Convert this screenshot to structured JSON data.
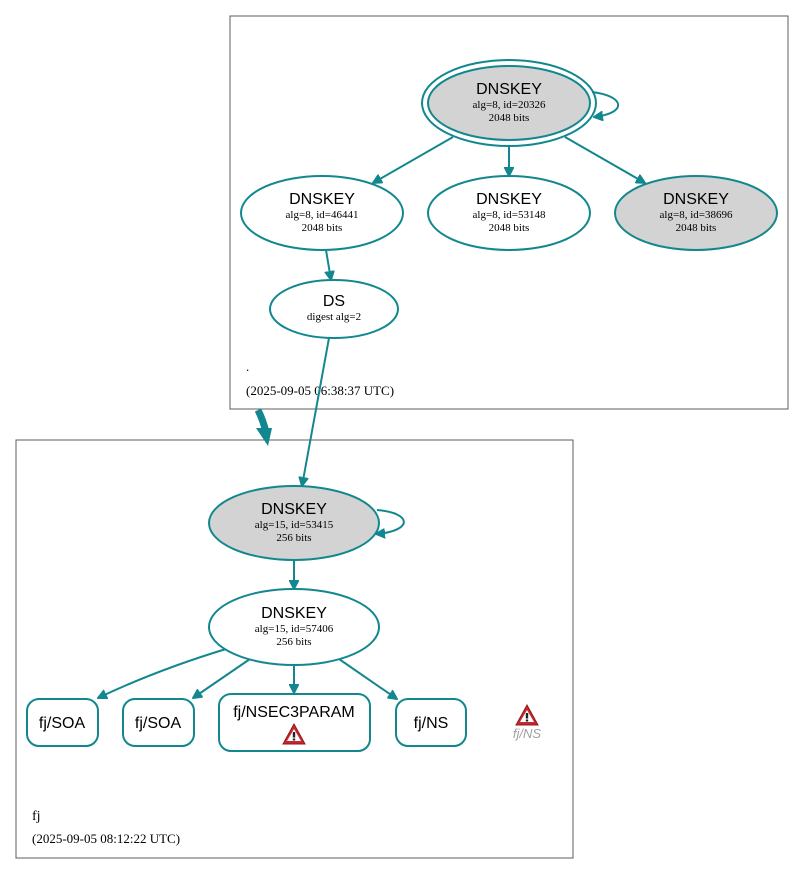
{
  "colors": {
    "edge": "#12878f",
    "signing_fill": "#d3d3d3",
    "plain_fill": "#ffffff",
    "zone_border": "#5c5c5c",
    "warning_red": "#c8282d",
    "muted_text": "#a0a0a0"
  },
  "zones": {
    "root": {
      "name": ".",
      "timestamp": "(2025-09-05 06:38:37 UTC)"
    },
    "fj": {
      "name": "fj",
      "timestamp": "(2025-09-05 08:12:22 UTC)"
    }
  },
  "nodes": {
    "root_ksk": {
      "type": "DNSKEY",
      "line1": "alg=8, id=20326",
      "line2": "2048 bits"
    },
    "root_zsk1": {
      "type": "DNSKEY",
      "line1": "alg=8, id=46441",
      "line2": "2048 bits"
    },
    "root_zsk2": {
      "type": "DNSKEY",
      "line1": "alg=8, id=53148",
      "line2": "2048 bits"
    },
    "root_zsk3": {
      "type": "DNSKEY",
      "line1": "alg=8, id=38696",
      "line2": "2048 bits"
    },
    "root_ds": {
      "type": "DS",
      "line1": "digest alg=2"
    },
    "fj_ksk": {
      "type": "DNSKEY",
      "line1": "alg=15, id=53415",
      "line2": "256 bits"
    },
    "fj_zsk": {
      "type": "DNSKEY",
      "line1": "alg=15, id=57406",
      "line2": "256 bits"
    },
    "fj_soa1": {
      "label": "fj/SOA"
    },
    "fj_soa2": {
      "label": "fj/SOA"
    },
    "fj_nsec3param": {
      "label": "fj/NSEC3PARAM",
      "warning_icon": "warning-triangle-icon"
    },
    "fj_ns": {
      "label": "fj/NS"
    },
    "fj_ns_warning": {
      "label": "fj/NS",
      "warning_icon": "warning-triangle-icon"
    }
  }
}
